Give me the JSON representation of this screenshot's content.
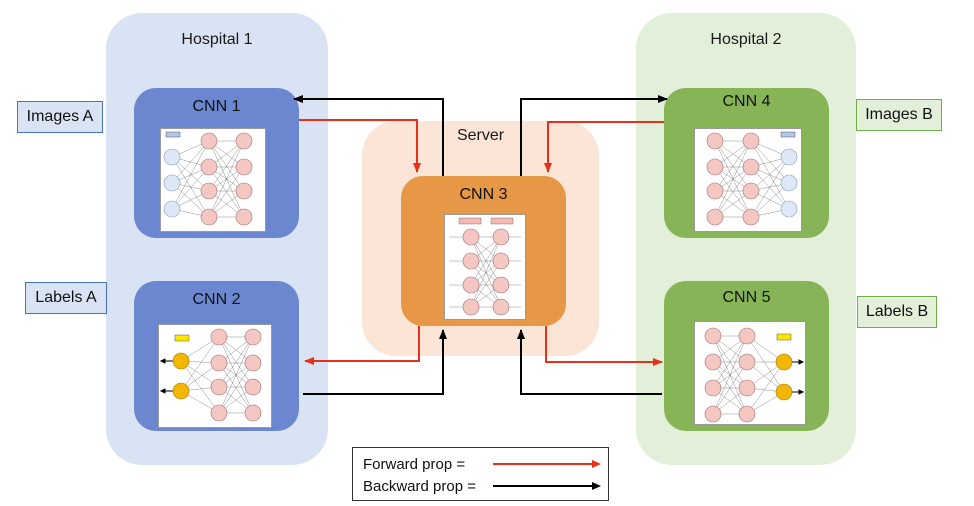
{
  "hospital1": {
    "title": "Hospital 1",
    "images_label": "Images A",
    "labels_label": "Labels A"
  },
  "hospital2": {
    "title": "Hospital 2",
    "images_label": "Images B",
    "labels_label": "Labels B"
  },
  "server": {
    "title": "Server"
  },
  "cnns": {
    "cnn1": "CNN 1",
    "cnn2": "CNN 2",
    "cnn3": "CNN 3",
    "cnn4": "CNN 4",
    "cnn5": "CNN 5"
  },
  "legend": {
    "forward": "Forward prop =",
    "backward": "Backward prop ="
  },
  "colors": {
    "hospital1_bg": "#dae3f3",
    "hospital2_bg": "#e2efd9",
    "server_bg": "#fbe5d6",
    "cnn_blue": "#6a87d0",
    "cnn_green": "#87b456",
    "cnn_orange": "#e69847",
    "forward": "#e8301b",
    "backward": "#000000",
    "label_border_blue": "#4472c4",
    "label_border_green": "#70ad47"
  }
}
